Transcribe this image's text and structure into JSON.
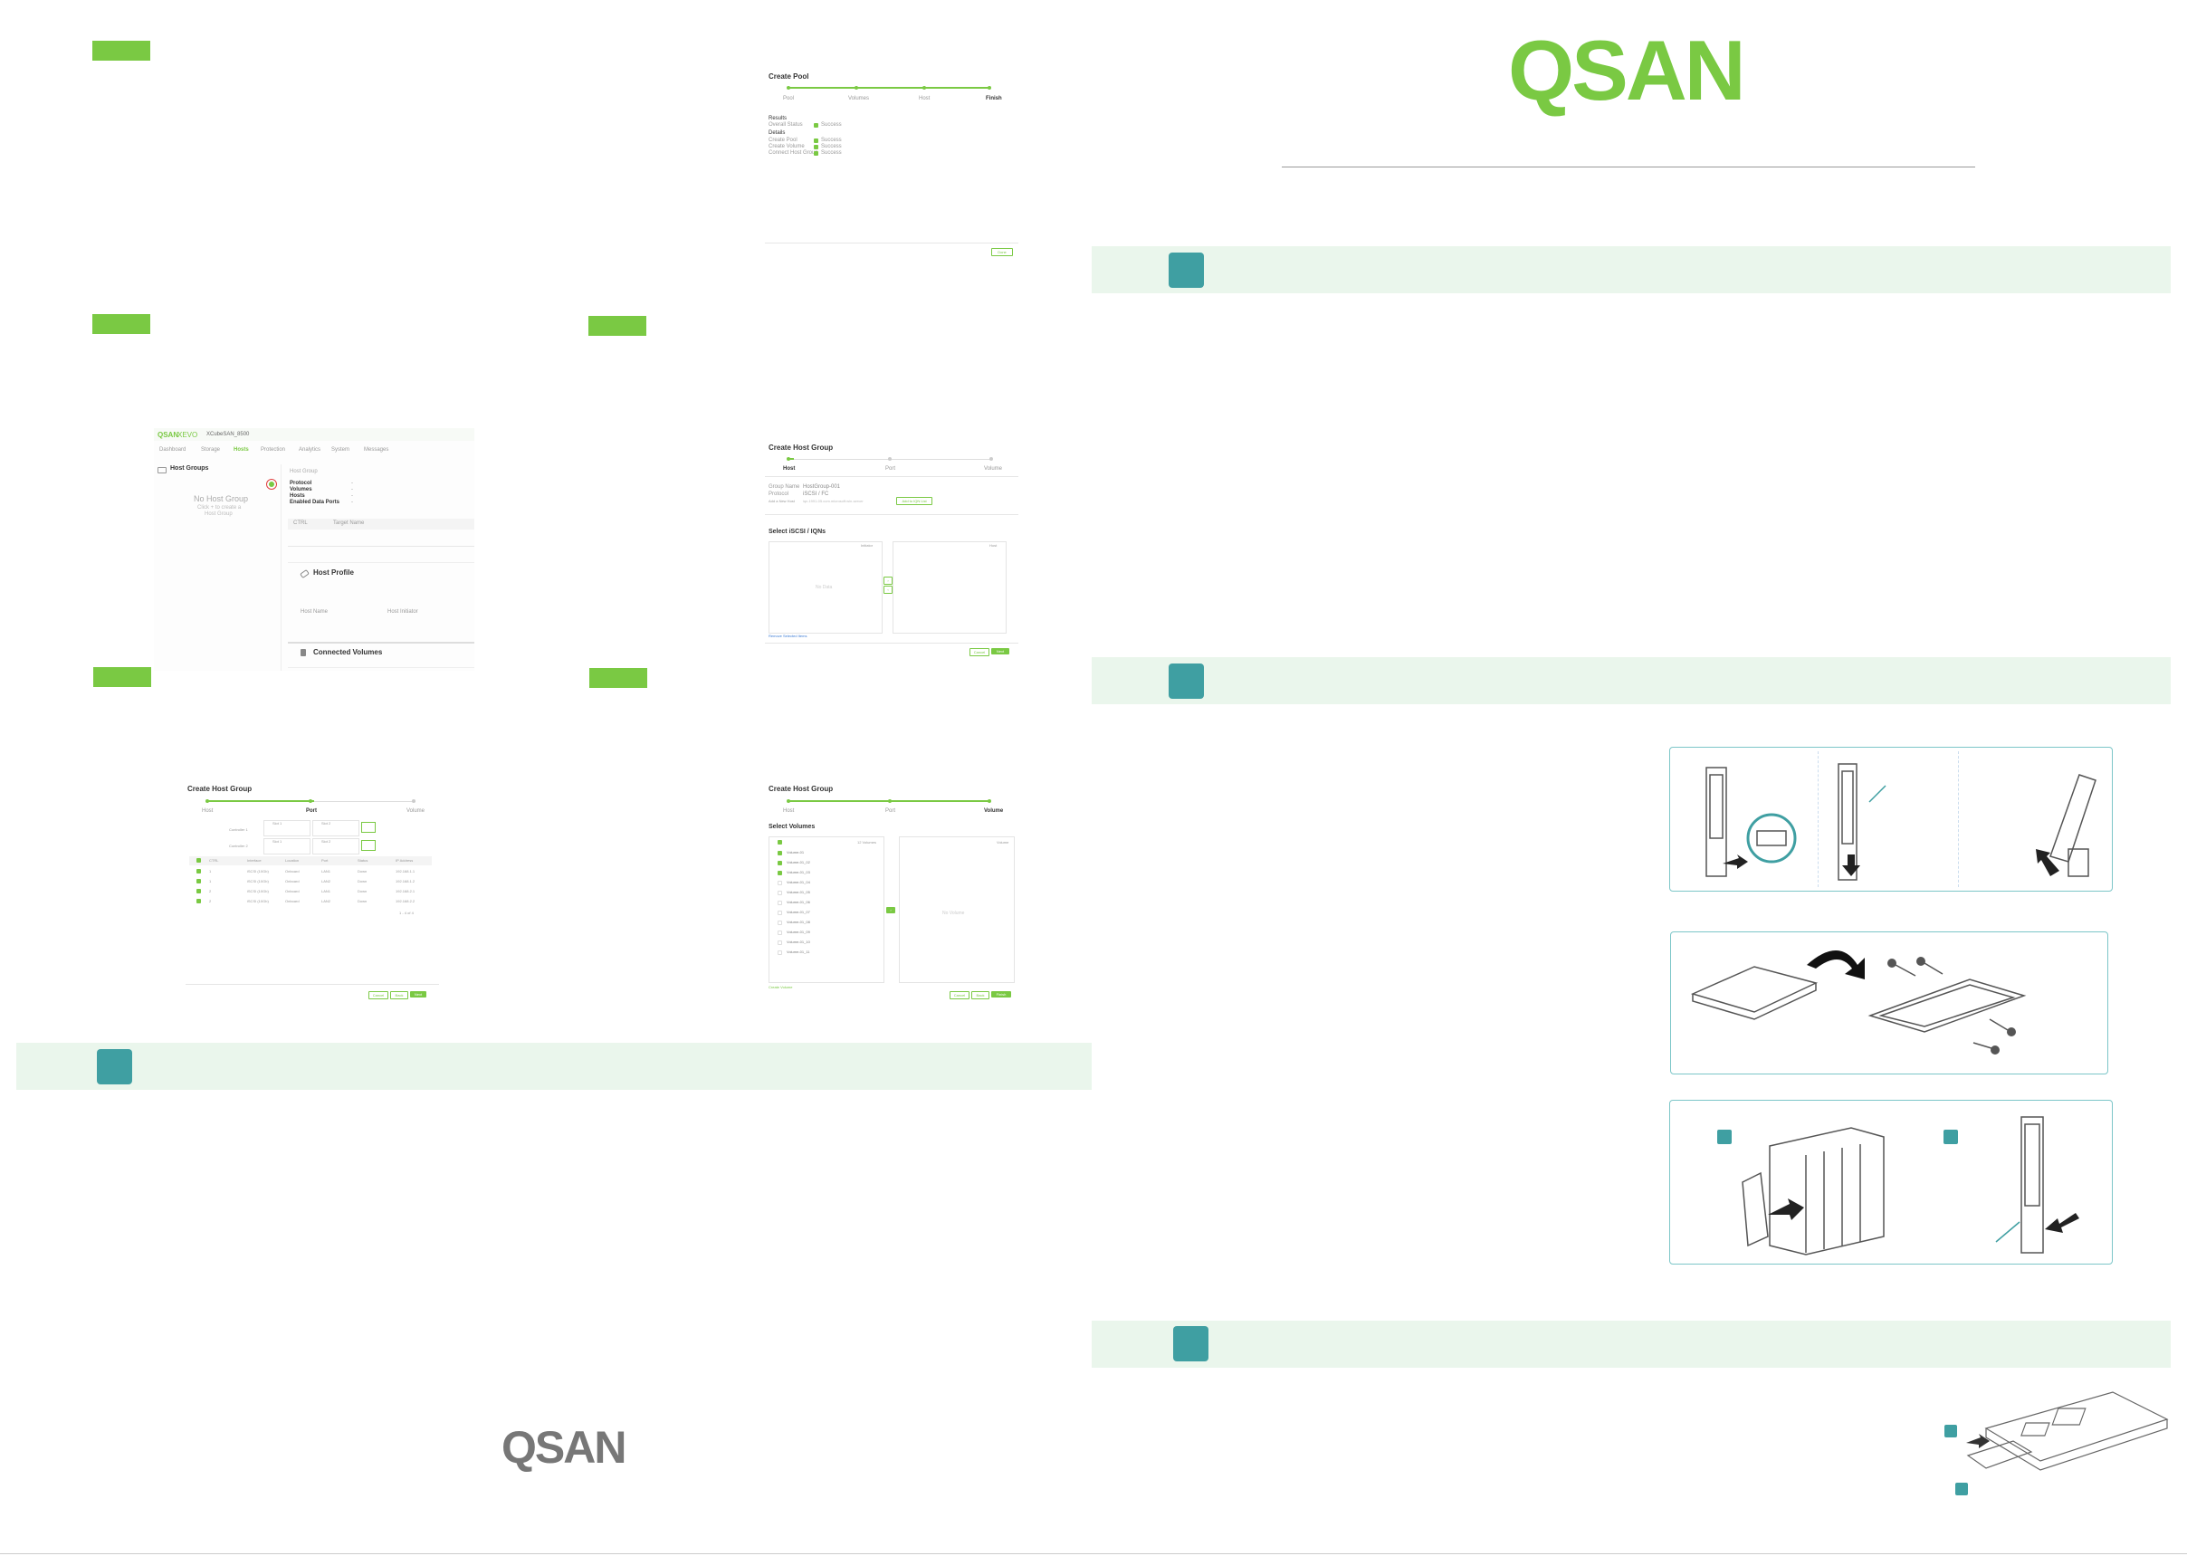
{
  "brand": {
    "logo_text": "QSAN",
    "color": "#7ac943",
    "teal": "#3f9fa2"
  },
  "create_pool": {
    "title": "Create Pool",
    "steps": [
      "Pool",
      "Volumes",
      "Host",
      "Finish"
    ],
    "results_label": "Results",
    "overall_label": "Overall Status",
    "overall_value": "Success",
    "details_label": "Details",
    "details": [
      {
        "label": "Create Pool",
        "value": "Success"
      },
      {
        "label": "Create Volume",
        "value": "Success"
      },
      {
        "label": "Connect Host Group",
        "value": "Success"
      }
    ],
    "done_label": "Done"
  },
  "host_groups_screen": {
    "logo": "QSAN",
    "product": "XEVO",
    "device_name": "XCubeSAN_8500",
    "nav": [
      "Dashboard",
      "Storage",
      "Hosts",
      "Protection",
      "Analytics",
      "System",
      "Messages"
    ],
    "nav_active": 2,
    "panel_title": "Host Groups",
    "empty_title": "No Host Group",
    "empty_sub1": "Click + to create a",
    "empty_sub2": "Host Group",
    "host_group_label": "Host Group",
    "props": [
      "Protocol",
      "Volumes",
      "Hosts",
      "Enabled Data Ports"
    ],
    "props_values": [
      "-",
      "-",
      "-",
      "-"
    ],
    "table_cols": [
      "CTRL",
      "Target Name"
    ],
    "host_profile_title": "Host Profile",
    "host_profile_cols": [
      "Host Name",
      "Host Initiator"
    ],
    "connected_volumes_title": "Connected Volumes"
  },
  "create_host_group_host": {
    "title": "Create Host Group",
    "steps": [
      "Host",
      "Port",
      "Volume"
    ],
    "fields": [
      {
        "label": "Group Name",
        "value": "HostGroup-001"
      },
      {
        "label": "Protocol",
        "value": "iSCSI / FC"
      },
      {
        "label": "Add a New Host",
        "value": "iqn.1991-05.com.microsoft:win-server"
      }
    ],
    "add_button": "Add to IQN List",
    "select_title": "Select iSCSI / IQNs",
    "left_col": "Initiator",
    "right_col": "Host",
    "empty_text": "No Data",
    "remove_link": "Remove Selected Items",
    "cancel": "Cancel",
    "next": "Next"
  },
  "create_host_group_port": {
    "title": "Create Host Group",
    "steps": [
      "Host",
      "Port",
      "Volume"
    ],
    "controllers": [
      "Controller 1",
      "Controller 2"
    ],
    "slots": [
      "Slot 1",
      "Slot 2"
    ],
    "table_cols": [
      "CTRL",
      "Interface",
      "Location",
      "Port",
      "Status",
      "IP Address"
    ],
    "rows": [
      [
        "1",
        "iSCSI (10Gb)",
        "Onboard",
        "LAN1",
        "Down",
        "192.168.1.1"
      ],
      [
        "1",
        "iSCSI (10Gb)",
        "Onboard",
        "LAN2",
        "Down",
        "192.168.1.2"
      ],
      [
        "2",
        "iSCSI (10Gb)",
        "Onboard",
        "LAN1",
        "Down",
        "192.168.2.1"
      ],
      [
        "2",
        "iSCSI (10Gb)",
        "Onboard",
        "LAN2",
        "Down",
        "192.168.2.2"
      ]
    ],
    "pager": "1 - 4 of 4",
    "cancel": "Cancel",
    "back": "Back",
    "next": "Next"
  },
  "create_host_group_volume": {
    "title": "Create Host Group",
    "steps": [
      "Host",
      "Port",
      "Volume"
    ],
    "select_title": "Select Volumes",
    "left_head": "12 Volumes",
    "right_head": "Volume",
    "volumes": [
      "Volume-01",
      "Volume-01_02",
      "Volume-01_03",
      "Volume-01_04",
      "Volume-01_05",
      "Volume-01_06",
      "Volume-01_07",
      "Volume-01_08",
      "Volume-01_09",
      "Volume-01_10",
      "Volume-01_11"
    ],
    "checked": [
      true,
      true,
      true,
      false,
      false,
      false,
      false,
      false,
      false,
      false,
      false
    ],
    "empty_text": "No Volume",
    "create_link": "Create Volume",
    "cancel": "Cancel",
    "back": "Back",
    "finish": "Finish"
  },
  "right_logo": "QSAN"
}
